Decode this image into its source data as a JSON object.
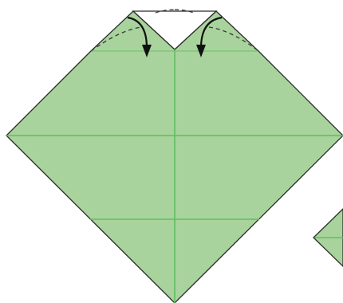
{
  "diagram": {
    "subject": "origami-fold-step",
    "colors": {
      "paper_front": "#a9d39c",
      "paper_back": "#ffffff",
      "outline": "#2b2b2b",
      "crease": "#5fbf5f",
      "fold_guide": "#3a3a3a",
      "arrow": "#111111"
    },
    "icons": {
      "fold_arrows": [
        "curved-fold-arrow-left",
        "curved-fold-arrow-right"
      ],
      "fold_guides": [
        "dashed-valley-fold-line"
      ]
    }
  }
}
